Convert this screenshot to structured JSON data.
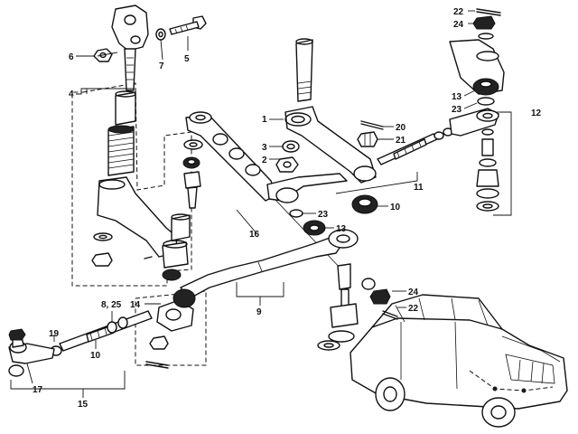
{
  "diagram": {
    "callouts": {
      "c1": "1",
      "c2": "2",
      "c3": "3",
      "c4": "4",
      "c5": "5",
      "c6": "6",
      "c7": "7",
      "c8_25": "8, 25",
      "c9": "9",
      "c10_top": "10",
      "c10_bottom": "10",
      "c11": "11",
      "c12": "12",
      "c13_top": "13",
      "c13_mid": "13",
      "c14": "14",
      "c15": "15",
      "c16": "16",
      "c17": "17",
      "c19": "19",
      "c20": "20",
      "c21": "21",
      "c22_top": "22",
      "c22_bottom": "22",
      "c23_top": "23",
      "c23_mid": "23",
      "c24_top": "24",
      "c24_bottom": "24"
    }
  }
}
